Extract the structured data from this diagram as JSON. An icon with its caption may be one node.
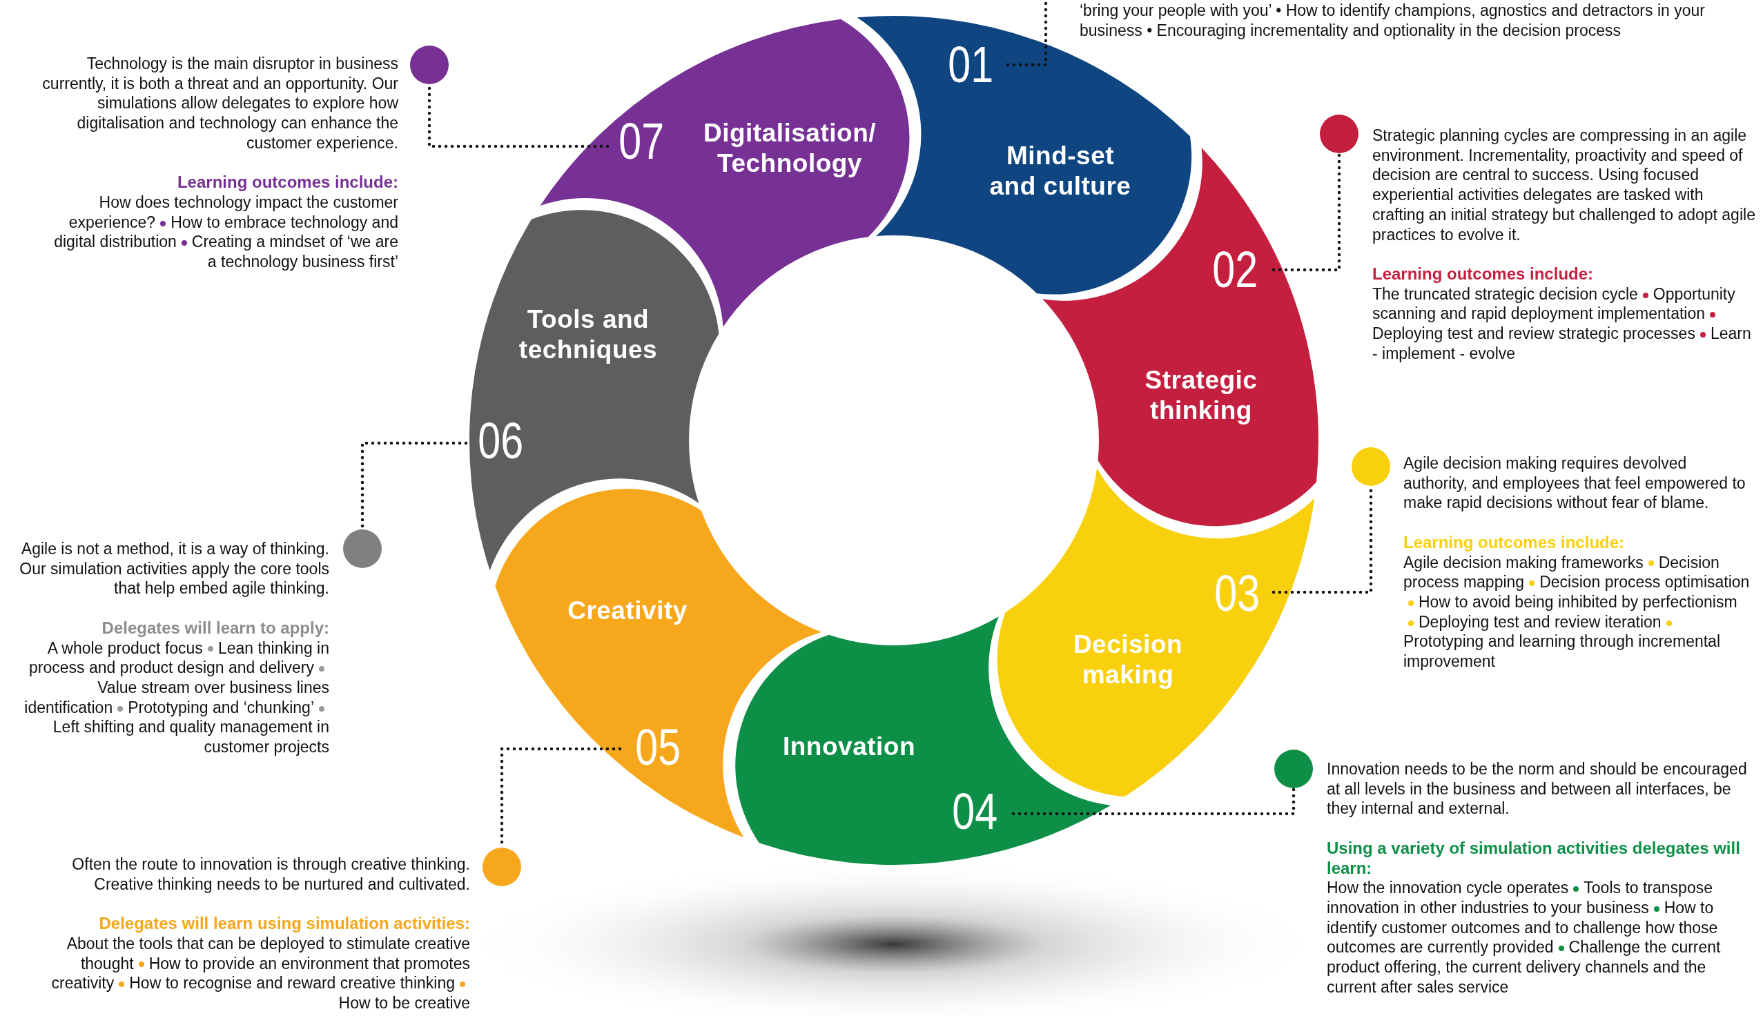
{
  "diagram": {
    "nodes": [
      {
        "text": [
          "01",
          "Mind-set and culture"
        ]
      },
      {
        "text": [
          "02",
          "Strategic thinking"
        ]
      },
      {
        "text": [
          "03",
          "Decision making"
        ]
      },
      {
        "text": [
          "Innovation",
          "04"
        ]
      },
      {
        "text": [
          "Creativity",
          "05"
        ]
      },
      {
        "text": [
          "Tools and techniques",
          "06"
        ]
      },
      {
        "text": [
          "07",
          "Digitalisation/ Technology"
        ]
      },
      {
        "text": [],
        "shape": "circle",
        "beside": [
          "Strategic planning cycles are compressing in an agile environment. Incrementality, proactivity and speed of decision are central to success. Using focused experiential activities delegates are tasked with crafting an initial strategy but challenged to adopt agile practices to evolve it.",
          "Learning outcomes include:",
          "The truncated strategic decision cycle",
          "Opportunity scanning and rapid deployment implementation",
          "Deploying test and review strategic processes",
          "Learn - implement - evolve"
        ]
      },
      {
        "text": [],
        "shape": "circle",
        "beside": [
          "Agile decision making requires devolved authority, and employees that feel empowered to make rapid decisions without fear of blame.",
          "Learning outcomes include:",
          "Agile decision making frameworks",
          "Decision process mapping",
          "Decision process optimisation",
          "How to avoid being inhibited by perfectionism",
          "Deploying test and review iteration",
          "Prototyping and learning through incremental improvement"
        ]
      },
      {
        "text": [],
        "shape": "circle",
        "beside": [
          "Innovation needs to be the norm and should be encouraged at all levels in the business and between all interfaces, be they internal and external.",
          "Using a variety of simulation activities delegates will learn:",
          "How the innovation cycle operates",
          "Tools to transpose innovation in other industries to your business",
          "How to identify customer outcomes and to challenge how those outcomes are currently provided",
          "Challenge the current product offering, the current delivery channels and the current after sales service"
        ]
      },
      {
        "text": [],
        "shape": "circle",
        "beside": [
          "Often the route to innovation is through creative thinking. Creative thinking needs to be nurtured and cultivated.",
          "Delegates will learn using simulation activities:",
          "About the tools that can be deployed to stimulate creative thought",
          "How to provide an environment that promotes creativity",
          "How to recognise and reward creative thinking",
          "How to be creative"
        ]
      },
      {
        "text": [],
        "shape": "circle",
        "beside": [
          "Agile is not a method, it is a way of thinking. Our simulation activities apply the core tools that help embed agile thinking.",
          "Delegates will learn to apply:",
          "A whole product focus",
          "Lean thinking in process and product design and delivery",
          "Value stream over business lines identification",
          "Prototyping and ‘chunking’",
          "Left shifting and quality management in customer projects"
        ]
      },
      {
        "text": [],
        "shape": "circle",
        "beside": [
          "Technology is the main disruptor in business currently, it is both a threat and an opportunity. Our simulations allow delegates to explore how digitalisation and technology can enhance the customer experience.",
          "Learning outcomes include:",
          "How does technology impact the customer experience?",
          "How to embrace technology and digital distribution",
          "Creating a mindset of ‘we are a technology business first’"
        ]
      }
    ],
    "edges": [
      {
        "from": 0,
        "to": null,
        "arrow": "none",
        "style": "dashed"
      },
      {
        "from": 1,
        "to": 7,
        "arrow": "none",
        "style": "dashed"
      },
      {
        "from": 2,
        "to": 8,
        "arrow": "none",
        "style": "dashed"
      },
      {
        "from": 3,
        "to": 9,
        "arrow": "none",
        "style": "dashed"
      },
      {
        "from": 4,
        "to": 10,
        "arrow": "none",
        "style": "dashed"
      },
      {
        "from": 5,
        "to": 11,
        "arrow": "none",
        "style": "dashed"
      },
      {
        "from": 6,
        "to": 12,
        "arrow": "none",
        "style": "dashed"
      }
    ],
    "labels": [
      "‘bring your people with you’ • How to identify champions, agnostics and detractors in your business • Encouraging incrementality and optionality in the decision process"
    ]
  }
}
